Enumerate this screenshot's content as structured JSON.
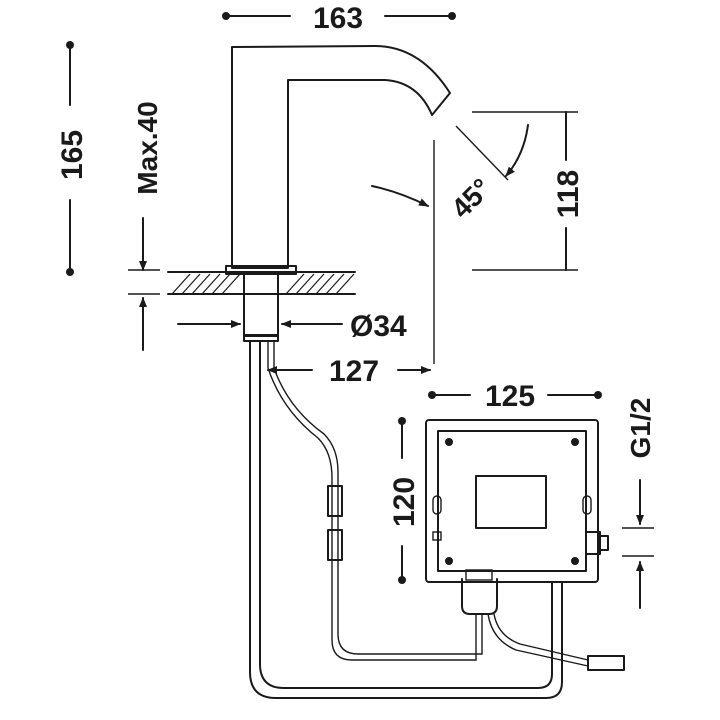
{
  "dimensions": {
    "top_width": "163",
    "total_height": "165",
    "max_deck": "Max.40",
    "spout_angle": "45°",
    "outlet_height": "118",
    "shank_diameter": "Ø34",
    "reach": "127",
    "box_width": "125",
    "box_height": "120",
    "connection": "G1/2"
  },
  "colors": {
    "ink": "#1a1a1a",
    "background": "#ffffff"
  }
}
